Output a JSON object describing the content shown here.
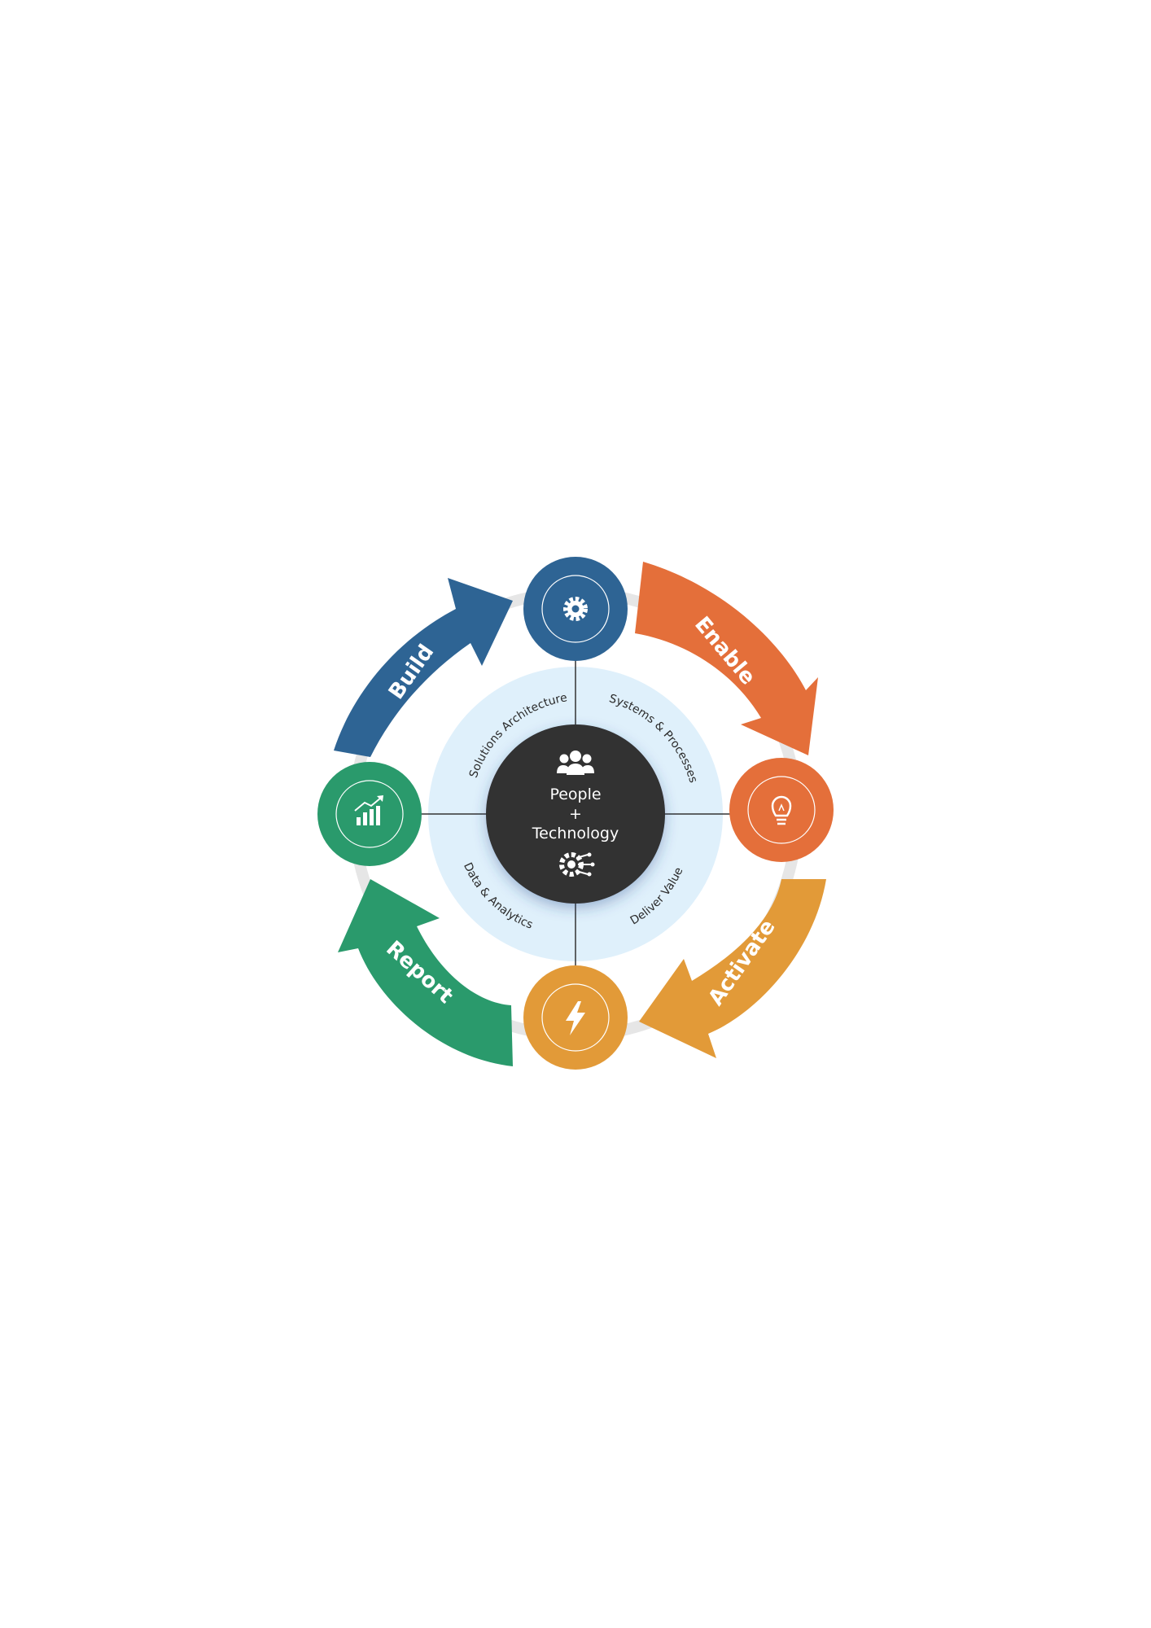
{
  "center": {
    "line1": "People",
    "line2": "+",
    "line3": "Technology",
    "top_icon": "people-icon",
    "bottom_icon": "gear-circuit-icon"
  },
  "quadrants": {
    "top_left": "Solutions Architecture",
    "top_right": "Systems & Processes",
    "bottom_left": "Data & Analytics",
    "bottom_right": "Deliver Value"
  },
  "stages": [
    {
      "label": "Build",
      "color": "#2e6494"
    },
    {
      "label": "Enable",
      "color": "#e46f3a"
    },
    {
      "label": "Activate",
      "color": "#e29a38"
    },
    {
      "label": "Report",
      "color": "#2a9a6c"
    }
  ],
  "nodes": [
    {
      "id": "top",
      "icon": "gear-icon",
      "color": "#2e6494"
    },
    {
      "id": "right",
      "icon": "lightbulb-icon",
      "color": "#e46f3a"
    },
    {
      "id": "bottom",
      "icon": "lightning-icon",
      "color": "#e29a38"
    },
    {
      "id": "left",
      "icon": "bar-chart-icon",
      "color": "#2a9a6c"
    }
  ],
  "colors": {
    "inner_ring": "#dff0fb",
    "center_disc": "#333333",
    "track": "#e6e6e6"
  }
}
